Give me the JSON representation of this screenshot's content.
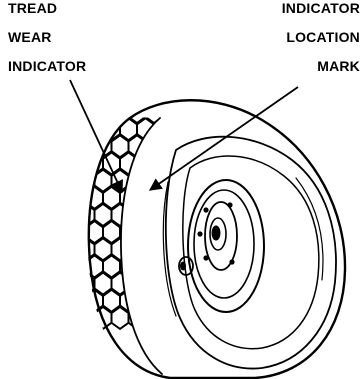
{
  "labels": {
    "tread_wear": [
      "TREAD",
      "WEAR",
      "INDICATOR"
    ],
    "location_mark": [
      "INDICATOR",
      "LOCATION",
      "MARK"
    ]
  },
  "colors": {
    "ink": "#000000",
    "paper": "#ffffff"
  },
  "icons": {
    "wheel": "aircraft-tire-wheel-icon"
  }
}
